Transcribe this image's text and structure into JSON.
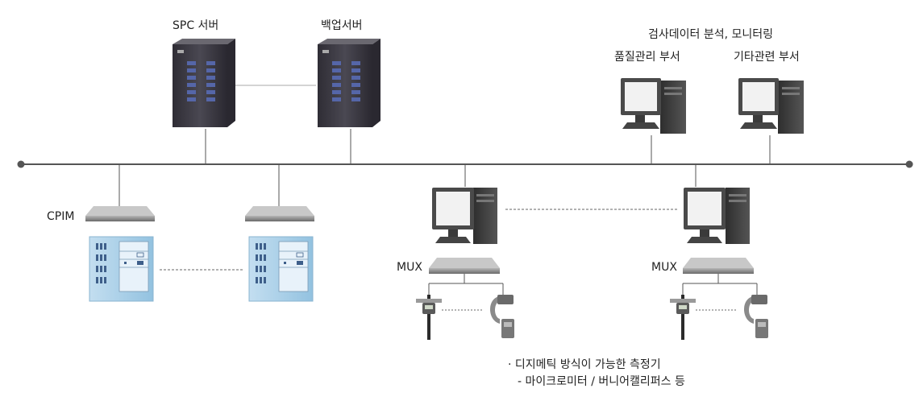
{
  "labels": {
    "spc_server": "SPC 서버",
    "backup_server": "백업서버",
    "analysis_title": "검사데이터 분석, 모니터링",
    "quality_dept": "품질관리 부서",
    "other_dept": "기타관련 부서",
    "cpim": "CPIM",
    "mux_left": "MUX",
    "mux_right": "MUX"
  },
  "notes": {
    "line1": "· 디지메틱 방식이 가능한 측정기",
    "line2": "- 마이크로미터 / 버니어캘리퍼스 등"
  },
  "colors": {
    "line": "#555555",
    "server_dark": "#3d3b45",
    "server_blue": "#5566a8",
    "cabinet": "#a9cfe8",
    "monitor": "#4a4a4a",
    "screen": "#f2f2f2",
    "mux": "#8a8a8a"
  }
}
